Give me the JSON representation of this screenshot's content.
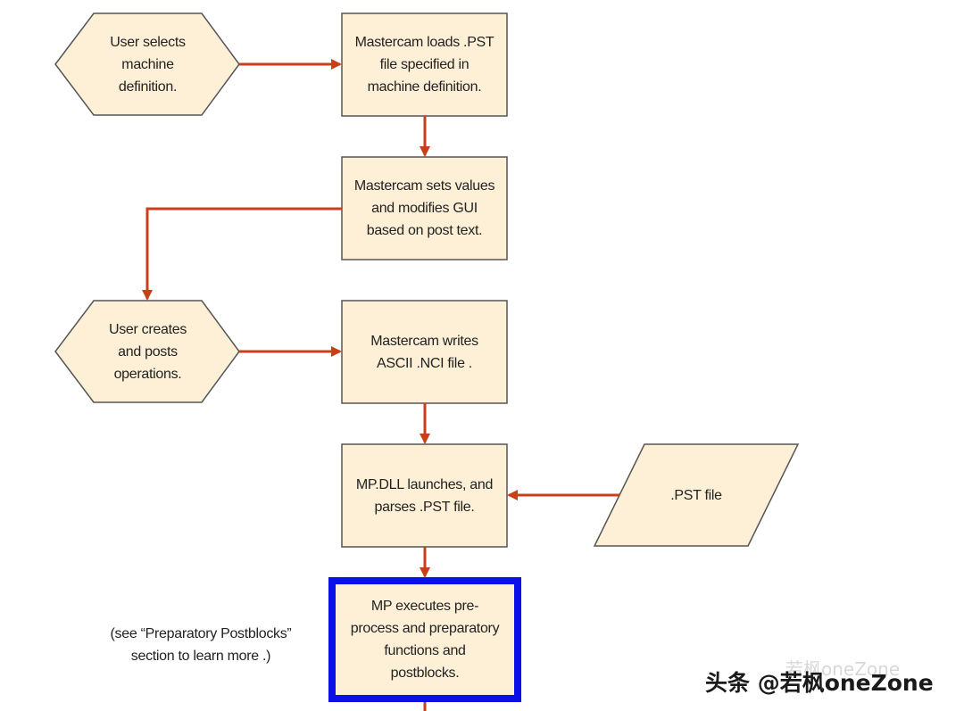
{
  "diagram": {
    "colors": {
      "fill": "#fdf0d6",
      "stroke": "#555555",
      "arrow": "#c8401a",
      "highlight": "#0b10e6"
    },
    "nodes": {
      "user_selects": "User selects machine definition.",
      "loads_pst": "Mastercam loads .PST file specified in machine definition.",
      "sets_values": "Mastercam sets values and modifies GUI based on post text.",
      "user_creates": "User creates and posts operations.",
      "writes_nci": "Mastercam writes ASCII .NCI file .",
      "mp_launches": "MP.DLL launches, and parses .PST file.",
      "pst_file": ".PST file",
      "mp_executes": "MP executes pre-process and preparatory functions and postblocks."
    },
    "note": "(see “Preparatory Postblocks” section to learn more .)"
  },
  "watermark": {
    "text": "头条 @若枫oneZone",
    "ghost": "若枫oneZone"
  }
}
